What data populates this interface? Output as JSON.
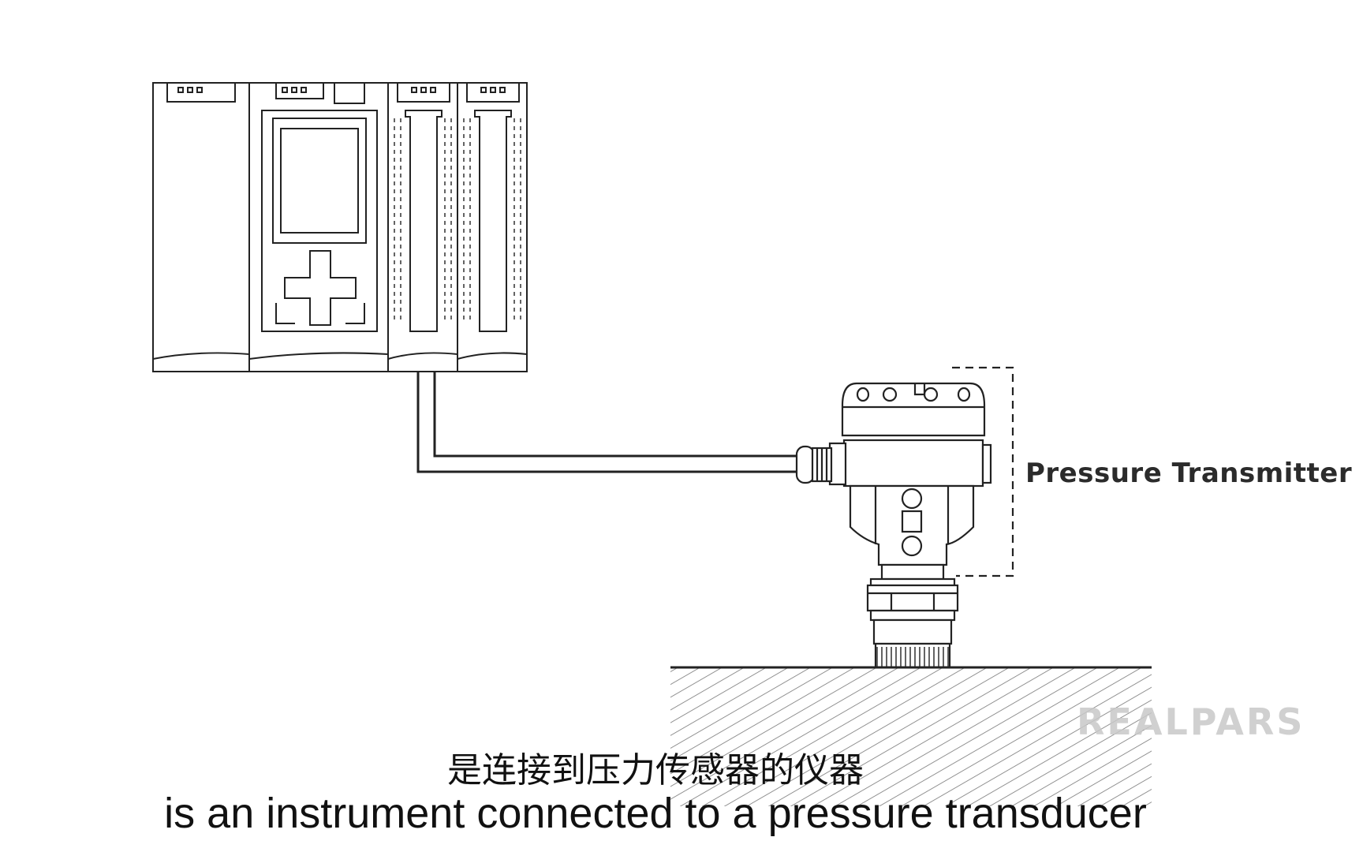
{
  "diagram": {
    "components": [
      {
        "id": "plc-rack",
        "kind": "PLC rack with CPU and I/O modules"
      },
      {
        "id": "cable",
        "kind": "signal cable"
      },
      {
        "id": "pressure-transmitter",
        "kind": "pressure transmitter"
      },
      {
        "id": "process-surface",
        "kind": "hatched mounting surface"
      }
    ],
    "labels": {
      "pressure_transmitter": "Pressure Transmitter"
    }
  },
  "watermark": {
    "text": "REALPARS"
  },
  "subtitles": {
    "chinese": "是连接到压力传感器的仪器",
    "english": "is an instrument connected to a pressure transducer"
  },
  "colors": {
    "line": "#222222",
    "hatch": "#777777",
    "watermark": "#c8c8c8"
  }
}
